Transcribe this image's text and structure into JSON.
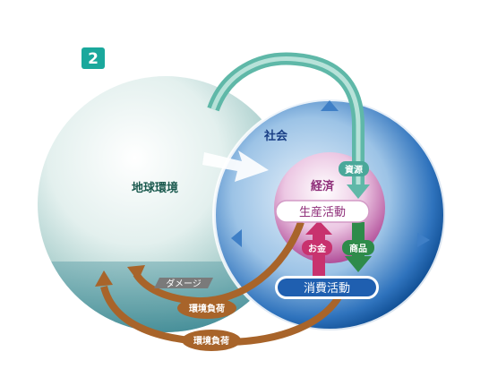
{
  "badge": {
    "number": "2",
    "color": "#1aa89c"
  },
  "labels": {
    "earth": "地球環境",
    "society": "社会",
    "economy": "経済",
    "production": "生産活動",
    "consumption": "消費活動",
    "resources": "資源",
    "money": "お金",
    "goods": "商品",
    "damage": "ダメージ",
    "burden_upper": "環境負荷",
    "burden_lower": "環境負荷"
  },
  "colors": {
    "teal_arrow": "#5fb8a8",
    "green_arrow": "#2e8b4a",
    "pink_arrow": "#c8326e",
    "brown_arrow": "#a8642a",
    "blue_arrow": "#3f7fc6",
    "society_blue": "#1f5fb0",
    "economy_magenta": "#c3509e"
  }
}
